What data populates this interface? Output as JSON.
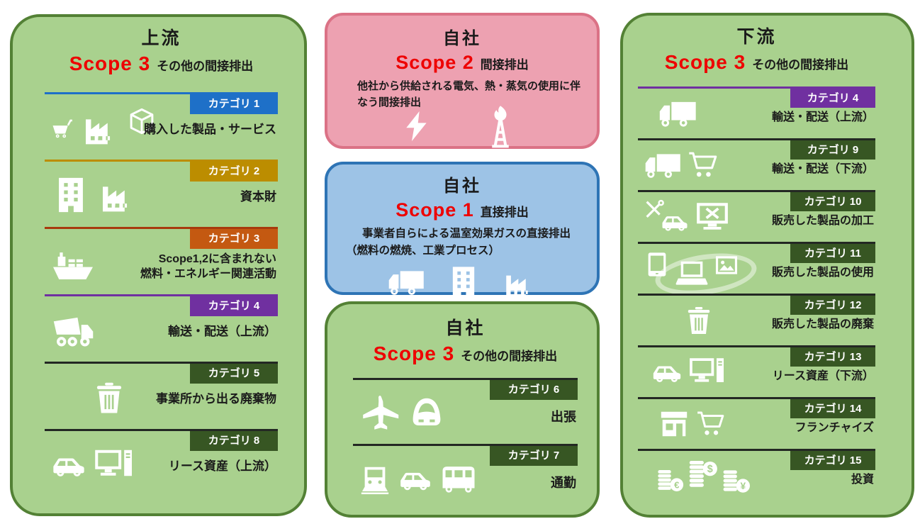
{
  "colors": {
    "panel_green_bg": "#A9D18E",
    "panel_green_border": "#538135",
    "pink_bg": "#EDA1B1",
    "pink_border": "#DB7286",
    "blue_bg": "#9DC3E6",
    "blue_border": "#2E74B5",
    "scope_red": "#EE0000",
    "badge_blue": "#1E70C8",
    "badge_gold": "#BC8D00",
    "badge_orange": "#C45911",
    "badge_purple": "#7030A0",
    "badge_dark_green": "#375623",
    "icon_white": "#FFFFFF"
  },
  "panels": {
    "upstream": {
      "title": "上流",
      "scope": "Scope 3",
      "scope_suffix": "その他の間接排出",
      "categories": [
        {
          "badge": "カテゴリ 1",
          "label": "購入した製品・サービス",
          "color": "#1E70C8",
          "icons": [
            "mine-cart",
            "factory",
            "box"
          ]
        },
        {
          "badge": "カテゴリ 2",
          "label": "資本財",
          "color": "#BC8D00",
          "icons": [
            "building",
            "factory"
          ]
        },
        {
          "badge": "カテゴリ 3",
          "label": "Scope1,2に含まれない",
          "label2": "燃料・エネルギー関連活動",
          "color": "#C45911",
          "icons": [
            "cargo-ship"
          ]
        },
        {
          "badge": "カテゴリ 4",
          "label": "輸送・配送（上流）",
          "color": "#7030A0",
          "icons": [
            "dump-truck"
          ]
        },
        {
          "badge": "カテゴリ 5",
          "label": "事業所から出る廃棄物",
          "color": "#375623",
          "icons": [
            "trash-can"
          ]
        },
        {
          "badge": "カテゴリ 8",
          "label": "リース資産（上流）",
          "color": "#375623",
          "icons": [
            "car",
            "computer"
          ]
        }
      ]
    },
    "scope2": {
      "title": "自社",
      "scope": "Scope 2",
      "scope_suffix": "間接排出",
      "description": "他社から供給される電気、熱・蒸気の使用に伴なう間接排出",
      "icons": [
        "lightning-bolt",
        "gas-flare"
      ]
    },
    "scope1": {
      "title": "自社",
      "scope": "Scope 1",
      "scope_suffix": "直接排出",
      "description": "事業者自らによる温室効果ガスの直接排出",
      "description2": "（燃料の燃焼、工業プロセス）",
      "icons": [
        "truck",
        "building",
        "factory"
      ]
    },
    "own_scope3": {
      "title": "自社",
      "scope": "Scope 3",
      "scope_suffix": "その他の間接排出",
      "categories": [
        {
          "badge": "カテゴリ 6",
          "label": "出張",
          "color": "#375623",
          "icons": [
            "airplane",
            "bullet-train"
          ]
        },
        {
          "badge": "カテゴリ 7",
          "label": "通勤",
          "color": "#375623",
          "icons": [
            "train",
            "car",
            "bus"
          ]
        }
      ]
    },
    "downstream": {
      "title": "下流",
      "scope": "Scope 3",
      "scope_suffix": "その他の間接排出",
      "categories": [
        {
          "badge": "カテゴリ 4",
          "label": "輸送・配送（上流）",
          "color": "#7030A0",
          "icons": [
            "truck"
          ]
        },
        {
          "badge": "カテゴリ 9",
          "label": "輸送・配送（下流）",
          "color": "#375623",
          "icons": [
            "truck",
            "shopping-cart"
          ]
        },
        {
          "badge": "カテゴリ 10",
          "label": "販売した製品の加工",
          "color": "#375623",
          "icons": [
            "tools",
            "car",
            "monitor-tools"
          ]
        },
        {
          "badge": "カテゴリ 11",
          "label": "販売した製品の使用",
          "color": "#375623",
          "icons": [
            "smartphone",
            "laptop",
            "photo"
          ]
        },
        {
          "badge": "カテゴリ 12",
          "label": "販売した製品の廃棄",
          "color": "#375623",
          "icons": [
            "trash-can"
          ]
        },
        {
          "badge": "カテゴリ 13",
          "label": "リース資産（下流）",
          "color": "#375623",
          "icons": [
            "car",
            "computer"
          ]
        },
        {
          "badge": "カテゴリ 14",
          "label": "フランチャイズ",
          "color": "#375623",
          "icons": [
            "store",
            "shopping-cart"
          ]
        },
        {
          "badge": "カテゴリ 15",
          "label": "投資",
          "color": "#375623",
          "icons": [
            "coins-eur",
            "coins-usd",
            "coins-yen"
          ]
        }
      ]
    }
  }
}
